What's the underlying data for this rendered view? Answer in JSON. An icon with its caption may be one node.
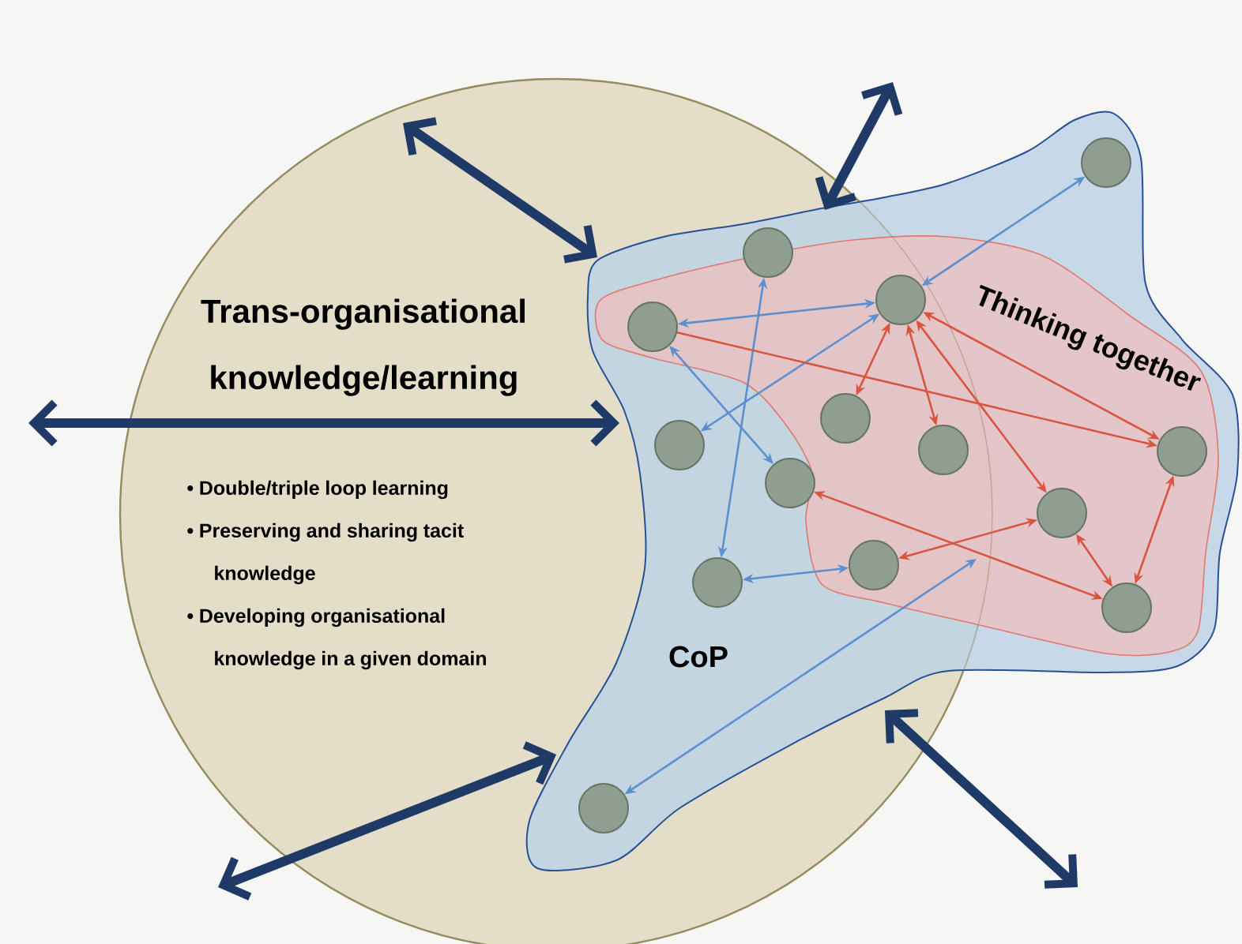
{
  "diagram": {
    "nodes": [
      {
        "text": [
          "Trans-organisational knowledge/learning",
          "• Double/triple loop learning",
          "• Preserving and sharing tacit knowledge",
          "• Developing organisational knowledge in a given domain"
        ]
      },
      {
        "text": [
          "CoP"
        ]
      },
      {
        "text": [
          "Thinking together"
        ],
        "in": 1
      },
      {
        "text": [],
        "shape": "circle",
        "in": 1
      },
      {
        "text": [],
        "shape": "circle",
        "in": 1
      },
      {
        "text": [],
        "shape": "circle",
        "in": 2
      },
      {
        "text": [],
        "shape": "circle",
        "in": 2
      },
      {
        "text": [],
        "shape": "circle",
        "in": 2
      },
      {
        "text": [],
        "shape": "circle",
        "in": 1
      },
      {
        "text": [],
        "shape": "circle",
        "in": 2
      },
      {
        "text": [],
        "shape": "circle",
        "in": 2
      },
      {
        "text": [],
        "shape": "circle",
        "in": 1
      },
      {
        "text": [],
        "shape": "circle",
        "in": 2
      },
      {
        "text": [],
        "shape": "circle",
        "in": 2
      },
      {
        "text": [],
        "shape": "circle",
        "in": 1
      },
      {
        "text": [],
        "shape": "circle",
        "in": 2
      },
      {
        "text": [],
        "shape": "circle",
        "in": 1
      }
    ],
    "edges": [
      {
        "from": 5,
        "to": 3,
        "arrow": "both",
        "color": "#5b8fd0"
      },
      {
        "from": 6,
        "to": 5,
        "arrow": "both",
        "color": "#5b8fd0"
      },
      {
        "from": 4,
        "to": 14,
        "arrow": "both",
        "color": "#5b8fd0"
      },
      {
        "from": 6,
        "to": 11,
        "arrow": "both",
        "color": "#5b8fd0"
      },
      {
        "from": 5,
        "to": 8,
        "arrow": "both",
        "color": "#5b8fd0"
      },
      {
        "from": 14,
        "to": 13,
        "arrow": "both",
        "color": "#5b8fd0"
      },
      {
        "from": 2,
        "to": 16,
        "arrow": "both",
        "color": "#5b8fd0"
      },
      {
        "from": 5,
        "to": 7,
        "arrow": "both",
        "color": "#d9553f"
      },
      {
        "from": 5,
        "to": 9,
        "arrow": "both",
        "color": "#d9553f"
      },
      {
        "from": 5,
        "to": 12,
        "arrow": "both",
        "color": "#d9553f"
      },
      {
        "from": 5,
        "to": 10,
        "arrow": "both",
        "color": "#d9553f"
      },
      {
        "from": 6,
        "to": 10,
        "arrow": "to",
        "color": "#d9553f"
      },
      {
        "from": 11,
        "to": 15,
        "arrow": "both",
        "color": "#d9553f"
      },
      {
        "from": 13,
        "to": 12,
        "arrow": "both",
        "color": "#d9553f"
      },
      {
        "from": 12,
        "to": 15,
        "arrow": "both",
        "color": "#d9553f"
      },
      {
        "from": 10,
        "to": 15,
        "arrow": "both",
        "color": "#d9553f"
      },
      {
        "from": null,
        "to": 1,
        "arrow": "both",
        "style": "thick",
        "color": "#1f3a66"
      },
      {
        "from": null,
        "to": 1,
        "arrow": "both",
        "style": "thick",
        "color": "#1f3a66"
      },
      {
        "from": null,
        "to": 1,
        "arrow": "both",
        "style": "thick",
        "color": "#1f3a66"
      },
      {
        "from": null,
        "to": 1,
        "arrow": "both",
        "style": "thick",
        "color": "#1f3a66"
      },
      {
        "from": null,
        "to": 1,
        "arrow": "both",
        "style": "thick",
        "color": "#1f3a66"
      }
    ]
  }
}
